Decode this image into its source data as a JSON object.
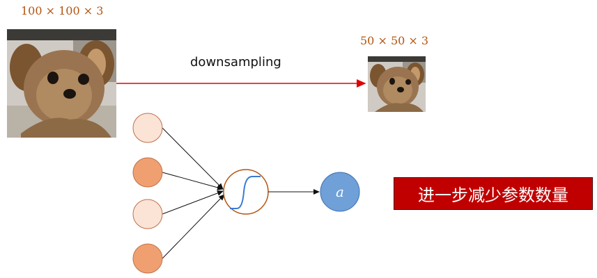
{
  "labels": {
    "input_size": "100 × 100 × 3",
    "output_size": "50 × 50 × 3",
    "arrow_text": "downsampling",
    "output_node": "a",
    "banner": "进一步减少参数数量"
  },
  "images": {
    "input_photo": "dog-photo-100x100",
    "output_photo": "dog-photo-50x50"
  },
  "colors": {
    "size_label": "#b4540f",
    "arrow": "#e00000",
    "input_node_dark": "#f0a070",
    "input_node_light": "#fbe3d6",
    "input_node_stroke": "#c0704a",
    "activation_curve": "#3a7bd5",
    "output_node_fill": "#6fa0d8",
    "banner_bg": "#c00000"
  }
}
